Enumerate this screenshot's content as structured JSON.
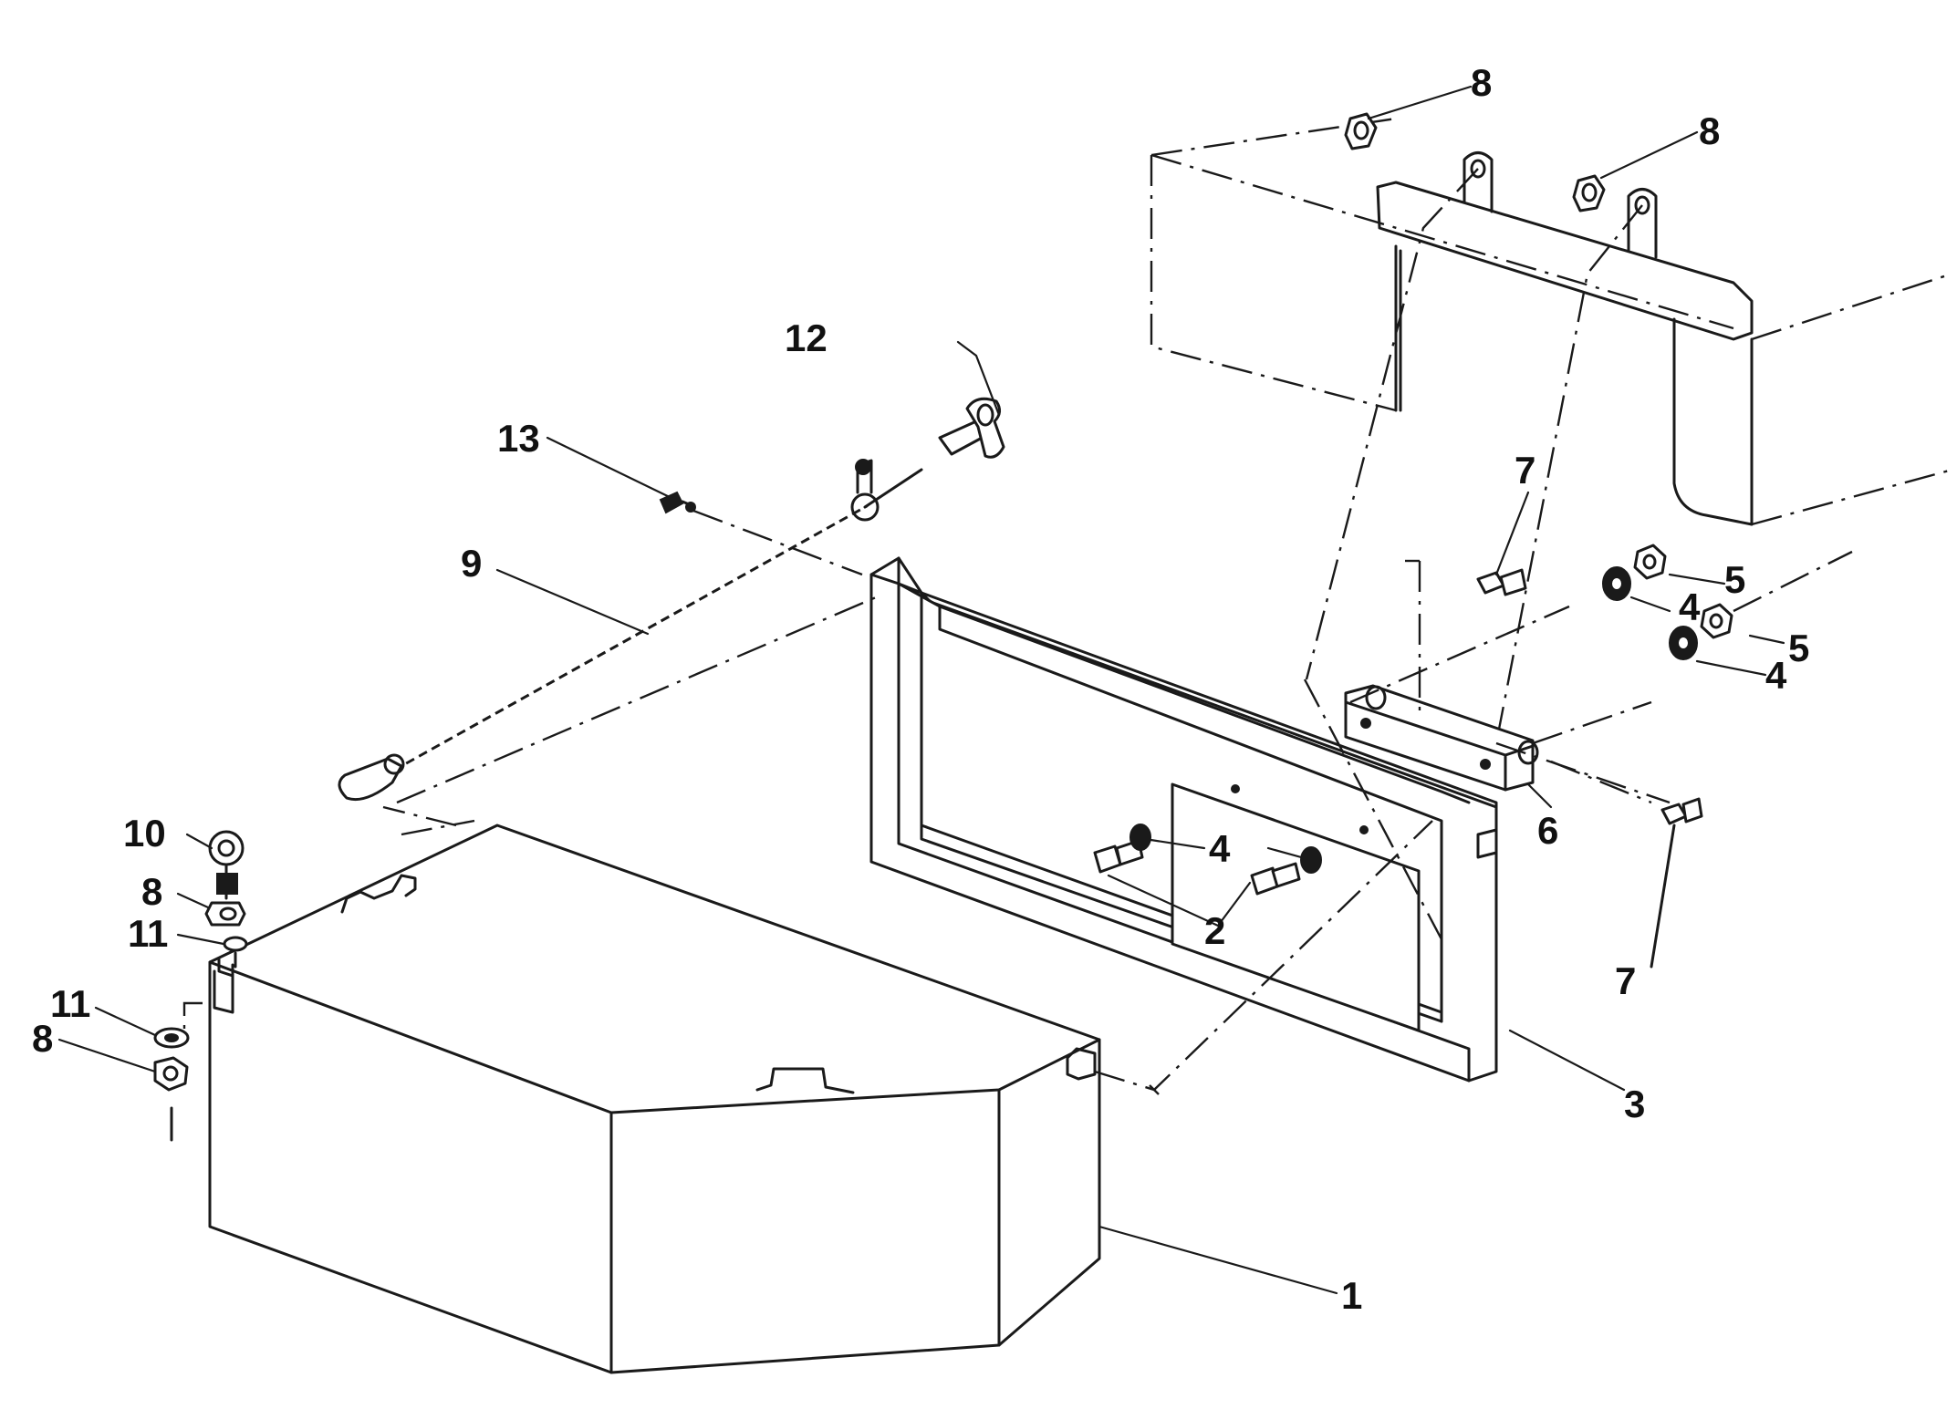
{
  "diagram": {
    "callouts": {
      "c1": "1",
      "c2": "2",
      "c3": "3",
      "c4a": "4",
      "c4b": "4",
      "c4c": "4",
      "c5a": "5",
      "c5b": "5",
      "c6": "6",
      "c7a": "7",
      "c7b": "7",
      "c8a": "8",
      "c8b": "8",
      "c8c": "8",
      "c8d": "8",
      "c9": "9",
      "c10": "10",
      "c11a": "11",
      "c11b": "11",
      "c12": "12",
      "c13": "13"
    }
  }
}
